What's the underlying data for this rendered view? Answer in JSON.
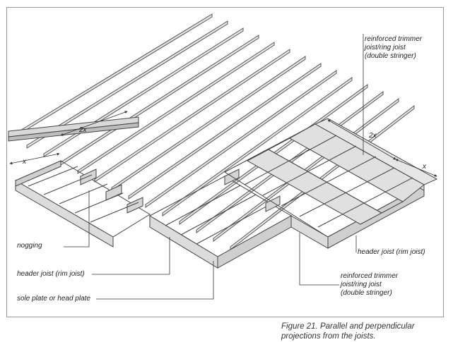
{
  "figure": {
    "caption": "Figure  21. Parallel and perpendicular projections from the joists."
  },
  "labels": {
    "reinforced_trimmer_top": [
      "reinforced trimmer",
      "joist/ring joist",
      "(double stringer)"
    ],
    "reinforced_trimmer_bottom": [
      "reinforced trimmer",
      "joist/ring joist",
      "(double stringer)"
    ],
    "header_joist_right": "header joist (rim joist)",
    "header_joist_left": "header joist (rim joist)",
    "nogging": "nogging",
    "sole_plate": "sole plate or head plate"
  },
  "dimensions": {
    "left_2x": "2x",
    "left_x": "x",
    "right_2x": "2x",
    "right_x": "x"
  }
}
